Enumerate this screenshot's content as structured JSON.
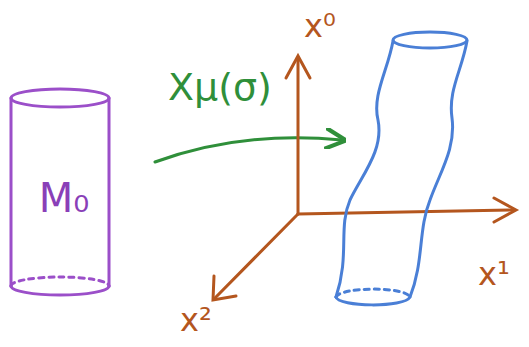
{
  "diagram": {
    "nodes": [
      {
        "text": [
          "M₀"
        ]
      }
    ],
    "labels": [
      "Xμ(σ)",
      "x⁰",
      "x¹",
      "x²"
    ]
  }
}
